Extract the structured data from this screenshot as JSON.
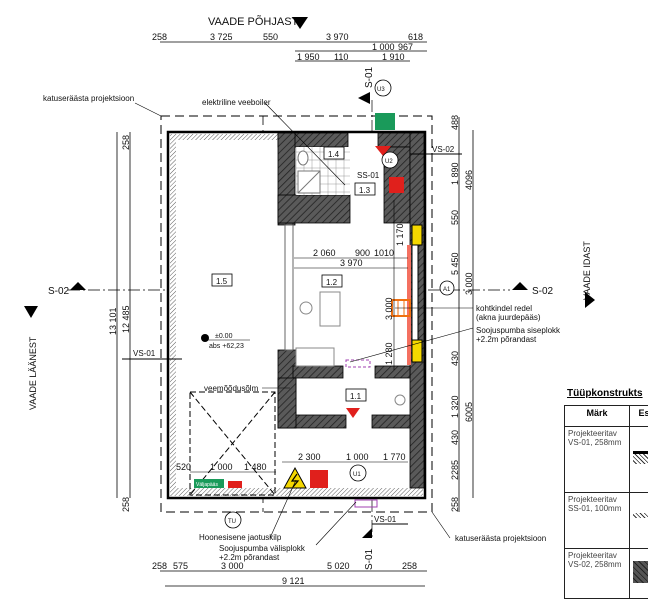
{
  "views": {
    "north": "VAADE PÕHJAST",
    "east": "VAADE IDAST",
    "west": "VAADE LÄÄNEST"
  },
  "dims_top": {
    "row1": [
      "258",
      "3 725",
      "550",
      "3 970",
      "618"
    ],
    "row2": [
      "1 000",
      "967"
    ],
    "row3": [
      "1 950",
      "110",
      "1 910"
    ]
  },
  "dims_bottom": {
    "row1": [
      "258",
      "575",
      "3 000",
      "5 020",
      "258"
    ],
    "total": "9 121"
  },
  "dims_left": {
    "outer": "13 101",
    "inner": "12 485",
    "top": "258",
    "bottom": "258"
  },
  "dims_right": {
    "inner": [
      "488",
      "1 890",
      "550",
      "5 450",
      "430",
      "1 320",
      "430",
      "2285",
      "258"
    ],
    "outer": [
      "4096",
      "3 000",
      "6005"
    ]
  },
  "dims_interior": {
    "room12_row": [
      "2 060",
      "900",
      "1010"
    ],
    "room12_total": "3 970",
    "vert": [
      "1 170",
      "3 000",
      "1 280"
    ],
    "lower": [
      "2 300",
      "1 000",
      "1 770"
    ],
    "door": [
      "520",
      "1 000",
      "1 480"
    ]
  },
  "rooms": [
    "1.1",
    "1.2",
    "1.3",
    "1.4",
    "1.5"
  ],
  "sections": {
    "s01": "S-01",
    "s02": "S-02",
    "vs01": "VS-01",
    "vs02": "VS-02",
    "ss01": "SS-01"
  },
  "doors": [
    "U1",
    "U2",
    "U3",
    "TU",
    "A1"
  ],
  "level": {
    "rel": "±0.00",
    "abs": "abs +62,23"
  },
  "annotations": {
    "roof_projection": "katuseräästa projektsioon",
    "boiler": "elektriline veeboiler",
    "ladder_1": "kohtkindel redel",
    "ladder_2": "(akna juurdepääs)",
    "hp_inner_1": "Soojuspumba siseplokk",
    "hp_inner_2": "+2.2m põrandast",
    "water_meter": "veemõõdusõlm",
    "switchboard": "Hoonesisene jaotuskilp",
    "hp_outer_1": "Soojuspumba välisplokk",
    "hp_outer_2": "+2.2m põrandast",
    "exit_sign": "Väljapääs"
  },
  "table": {
    "title": "Tüüpkonstrukts",
    "headers": [
      "Märk",
      "Esk"
    ],
    "rows": [
      {
        "mark": "Projekteeritav VS-01, 258mm"
      },
      {
        "mark": "Projekteeritav SS-01, 100mm"
      },
      {
        "mark": "Projekteeritav VS-02, 258mm"
      }
    ]
  },
  "colors": {
    "exit_green": "#1a9a5a",
    "fire_red": "#e0201c",
    "warning_yellow": "#f5d800",
    "heatpump_purple": "#a040b0",
    "ladder_orange": "#f07010"
  }
}
